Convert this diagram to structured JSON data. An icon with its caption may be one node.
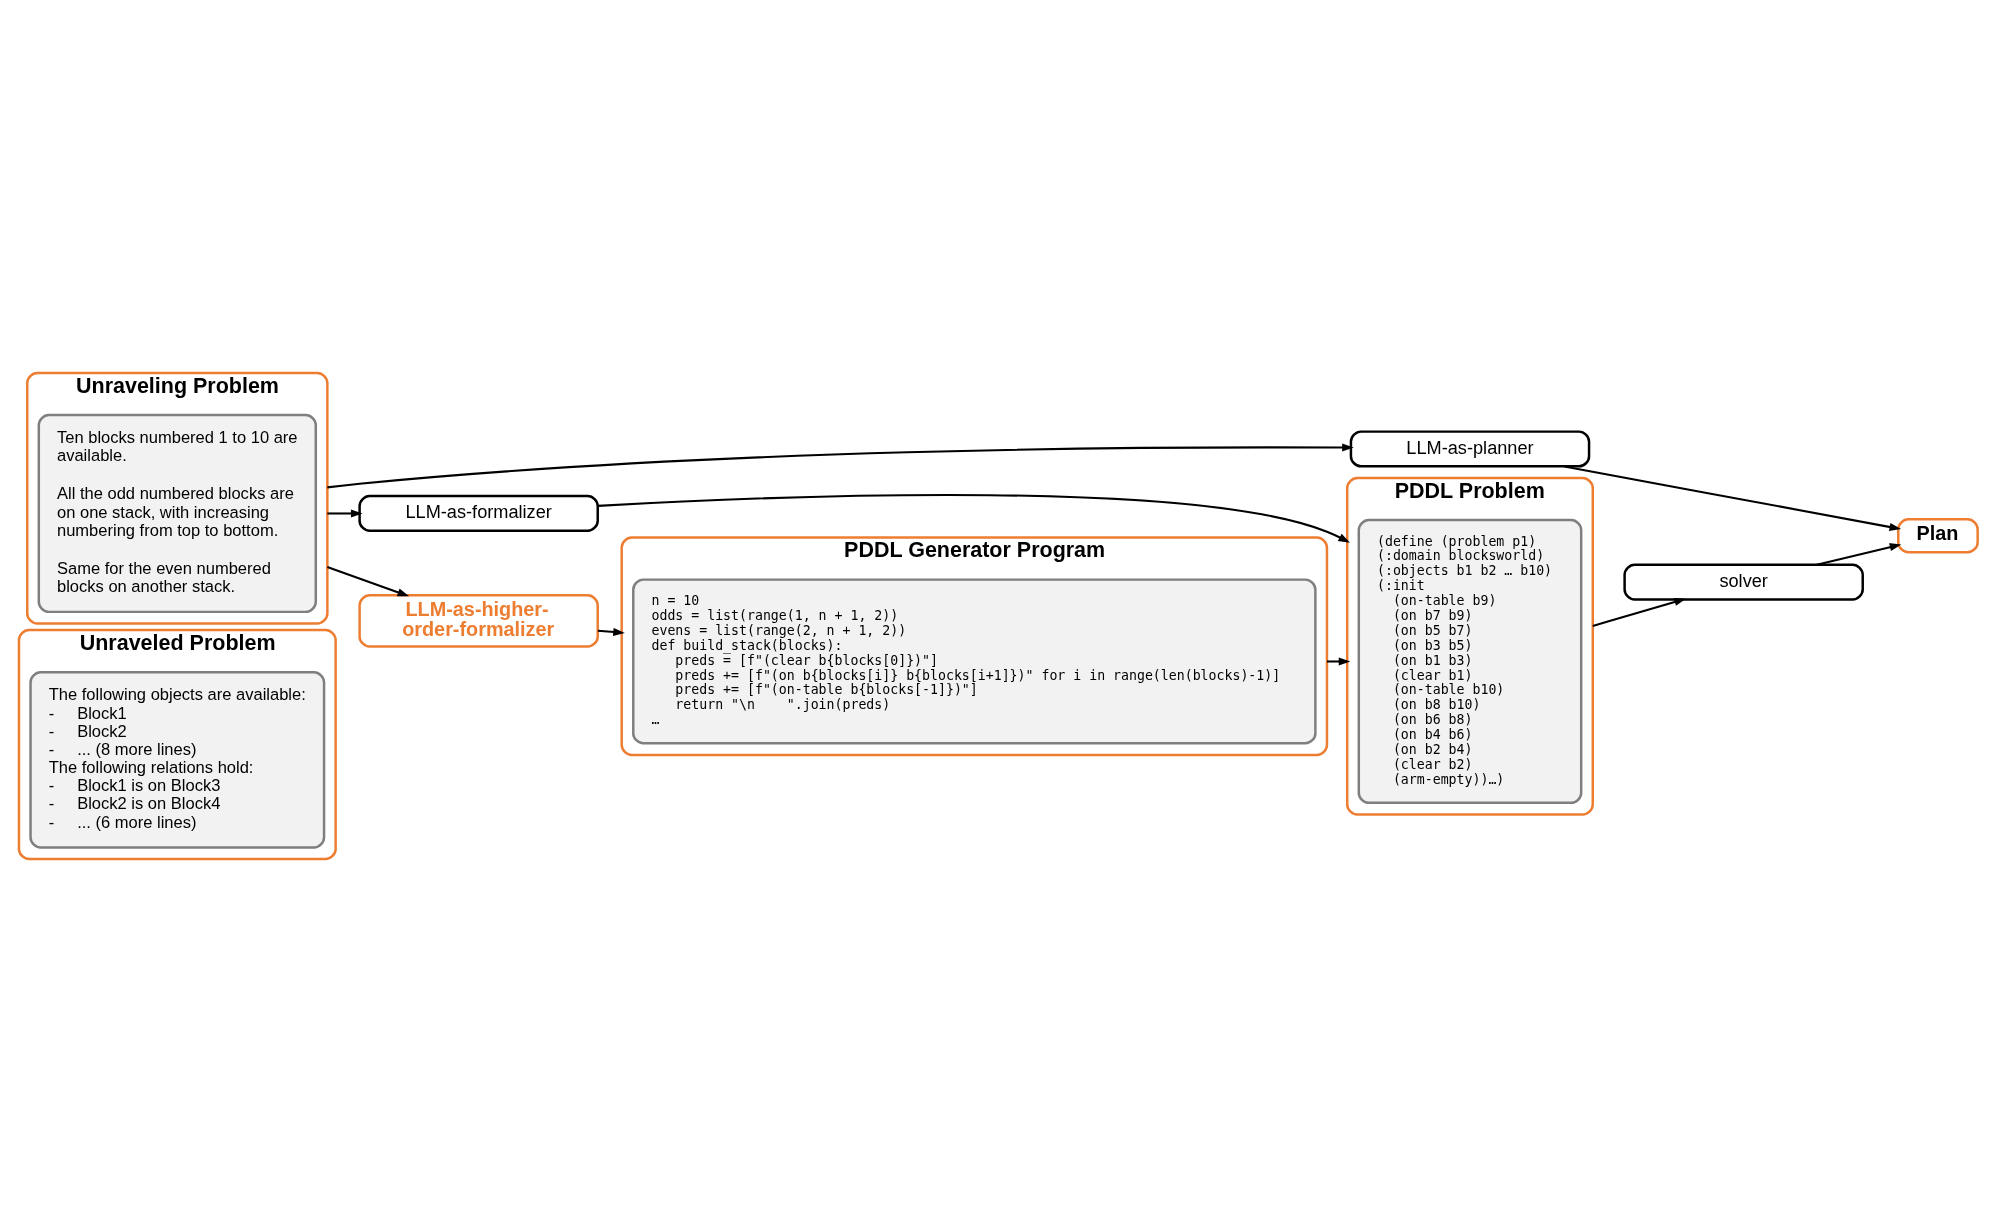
{
  "diagram": {
    "nodes": [
      {
        "text": [
          "Unraveled Problem"
        ]
      },
      {
        "text": [
          "The following objects are available:",
          "-     Block1",
          "-     Block2",
          "-     ... (8 more lines)",
          "The following relations hold:",
          "-     Block1 is on Block3",
          "-     Block2 is on Block4",
          "-     ... (6 more lines)"
        ],
        "in": 0
      },
      {
        "text": [
          "Unraveling Problem"
        ]
      },
      {
        "text": [
          "Ten blocks numbered 1 to 10 are available.",
          "All the odd numbered blocks are on one stack, with increasing numbering from top to bottom.",
          "Same for the even numbered blocks on another stack."
        ],
        "in": 2
      },
      {
        "text": [
          "LLM-as-planner"
        ]
      },
      {
        "text": [
          "LLM-as-formalizer"
        ]
      },
      {
        "text": [
          "LLM-as-higher-order-formalizer"
        ]
      },
      {
        "text": [
          "PDDL Generator Program"
        ]
      },
      {
        "text": [
          "n = 10",
          "odds = list(range(1, n + 1, 2))",
          "evens = list(range(2, n + 1, 2))",
          "def build_stack(blocks):",
          "    preds = [f\"(clear b{blocks[0]})\"]",
          "    preds += [f\"(on b{blocks[i]} b{blocks[i+1]})\" for i in range(len(blocks)-1)]",
          "    preds += [f\"(on-table b{blocks[-1]})\"]",
          "    return \"\\n    \".join(preds)",
          "…"
        ],
        "in": 7
      },
      {
        "text": [
          "Plan"
        ]
      },
      {
        "text": [
          "solver"
        ]
      },
      {
        "text": [
          "PDDL Problem"
        ]
      },
      {
        "text": [
          "(define (problem p1)",
          " (:domain blocksworld)",
          " (:objects b1 b2 … b10)",
          " (:init",
          "   (on-table b9)",
          "   (on b7 b9)",
          "   (on b5 b7)",
          "   (on b3 b5)",
          "   (on b1 b3)",
          "   (clear b1)",
          "   (on-table b10)",
          "   (on b8 b10)",
          "   (on b6 b8)",
          "   (on b4 b6)",
          "   (on b2 b4)",
          "   (clear b2)",
          "   (arm-empty))…)"
        ],
        "in": 11
      }
    ],
    "edges": [
      {
        "from": 2,
        "to": 4,
        "arrow": "to"
      },
      {
        "from": 2,
        "to": 5,
        "arrow": "to"
      },
      {
        "from": 2,
        "to": 6,
        "arrow": "to"
      },
      {
        "from": 4,
        "to": 9,
        "arrow": "to"
      },
      {
        "from": 5,
        "to": 11,
        "arrow": "to"
      },
      {
        "from": 6,
        "to": 7,
        "arrow": "to"
      },
      {
        "from": 7,
        "to": 11,
        "arrow": "to"
      },
      {
        "from": 11,
        "to": 10,
        "arrow": "to"
      },
      {
        "from": 10,
        "to": 9,
        "arrow": "to"
      }
    ]
  }
}
